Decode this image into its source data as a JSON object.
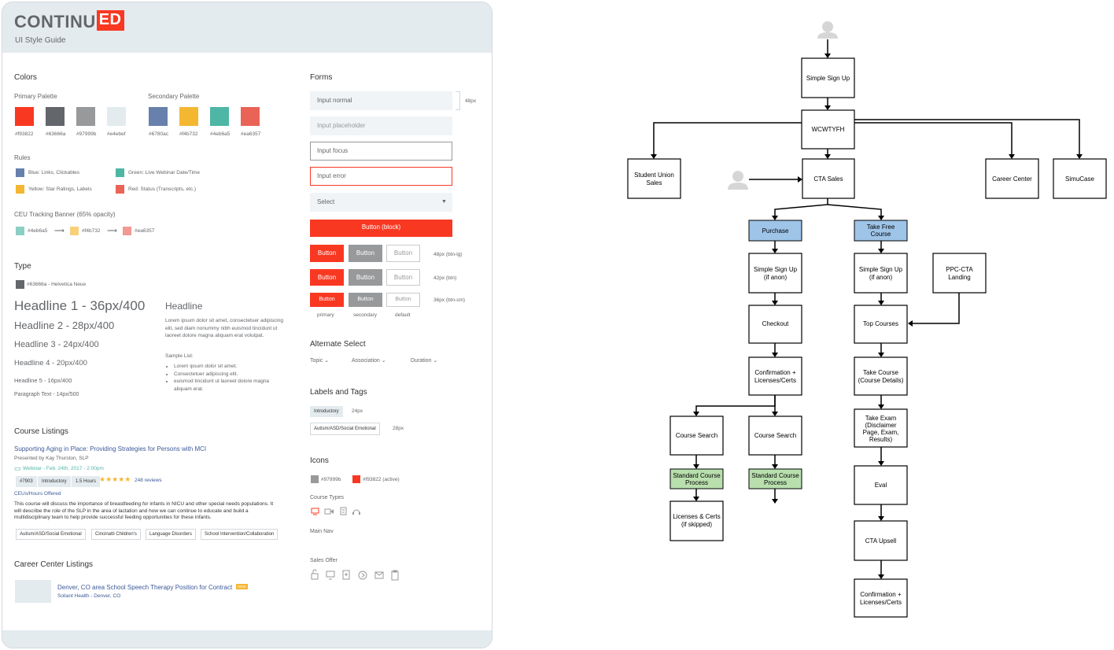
{
  "guide": {
    "logo_main": "CONTINU",
    "logo_ed": "ED",
    "subtitle": "UI Style Guide",
    "colors": {
      "title": "Colors",
      "primary_title": "Primary Palette",
      "secondary_title": "Secondary Palette",
      "primary": [
        {
          "hex": "#f93822",
          "label": "#f93822"
        },
        {
          "hex": "#63666a",
          "label": "#63666a"
        },
        {
          "hex": "#97999b",
          "label": "#97999b"
        },
        {
          "hex": "#e4ebef",
          "label": "#e4ebef"
        }
      ],
      "secondary": [
        {
          "hex": "#6780ac",
          "label": "#6780ac"
        },
        {
          "hex": "#f4b732",
          "label": "#f4b732"
        },
        {
          "hex": "#4eb6a5",
          "label": "#4eb6a5"
        },
        {
          "hex": "#ea6357",
          "label": "#ea6357"
        }
      ],
      "rules_title": "Rules",
      "rules": [
        "Blue: Links, Clickables",
        "Green: Live Webinar Date/Time",
        "Yellow: Star Ratings, Labels",
        "Red: Status (Transcripts, etc.)"
      ],
      "ceu_title": "CEU Tracking Banner (65% opacity)",
      "ceu": [
        "#4eb6a5",
        "#f4b732",
        "#ea6357"
      ]
    },
    "type": {
      "title": "Type",
      "font_note": "#63666a - Helvetica Neue",
      "h1": "Headline 1 - 36px/400",
      "h2": "Headline 2 - 28px/400",
      "h3": "Headline 3 - 24px/400",
      "h4": "Headline 4 - 20px/400",
      "h5": "Headline 5 - 16px/400",
      "para": "Paragraph Text - 14px/500",
      "sample_headline": "Headline",
      "sample_body": "Lorem ipsum dolor sit amet, consectetuer adipiscing elit, sed diam nonummy nibh euismod tincidunt ut laoreet dolore magna aliquam erat volutpat.",
      "sample_list_title": "Sample List:",
      "sample_list": [
        "Lorem ipsum dolor sit amet.",
        "Consectetuer adipiscing elit.",
        "euismod tincidunt ut laoreet dolore magna aliquam erat."
      ]
    },
    "course": {
      "title": "Course Listings",
      "course_title": "Supporting Aging in Place: Providing Strategies for Persons with MCI",
      "presenter": "Presented by Kay Thurston, SLP",
      "webinar": "Webinar  - Feb. 24th, 2017 - 2:00pm",
      "badges": [
        "#7903",
        "Introductory",
        "1.5 Hours"
      ],
      "stars": "★★★★★",
      "reviews": "248 reviews",
      "ceus": "CEUs/Hours Offered",
      "desc": "This course will discuss the importance of breastfeeding for infants in NICU and other special needs populations. It will describe the role of the SLP in the area of lactation and how we can continue to educate and build a multidisciplinary team to help provide successful feeding opportunities for these infants.",
      "tags": [
        "Autism/ASD/Social Emotional",
        "Cincinatti Children's",
        "Language Disorders",
        "School Intervention/Collaboration"
      ]
    },
    "career": {
      "title": "Career Center Listings",
      "job": "Denver, CO area School Speech Therapy Position for Contract",
      "badge": "NEW",
      "company": "Soliant Health - Denver, CO"
    },
    "forms": {
      "title": "Forms",
      "input_normal": "Input normal",
      "input_placeholder": "Input placeholder",
      "input_focus": "Input focus",
      "input_error": "Input error",
      "select": "Select",
      "height_note": "48px",
      "block_button": "Button (block)",
      "button": "Button",
      "size_notes": [
        "48px (btn-lg)",
        "42px (btn)",
        "36px (btn-sm)"
      ],
      "col_labels": [
        "primary",
        "secondary",
        "default"
      ]
    },
    "alt_select": {
      "title": "Alternate Select",
      "items": [
        "Topic",
        "Association",
        "Duration"
      ]
    },
    "labels": {
      "title": "Labels and Tags",
      "tag1": "Introductory",
      "note1": "24px",
      "tag2": "Autism/ASD/Social Emotional",
      "note2": "28px"
    },
    "icons": {
      "title": "Icons",
      "color1": "#97999b",
      "color2": "#f93822 (active)",
      "course_types": "Course Types",
      "main_nav": "Main Nav",
      "sales_offer": "Sales Offer"
    }
  },
  "flow": {
    "simple_signup": "Simple Sign Up",
    "wcwtyfh": "WCWTYFH",
    "student_union": [
      "Student Union",
      "Sales"
    ],
    "cta_sales": "CTA Sales",
    "career_center": "Career Center",
    "simucase": "SimuCase",
    "purchase": "Purchase",
    "take_free": [
      "Take Free",
      "Course"
    ],
    "signup_anon": [
      "Simple Sign Up",
      "(if anon)"
    ],
    "ppc": [
      "PPC-CTA",
      "Landing"
    ],
    "checkout": "Checkout",
    "top_courses": "Top Courses",
    "confirmation": [
      "Confirmation +",
      "Licenses/Certs"
    ],
    "take_course": [
      "Take Course",
      "(Course Details)"
    ],
    "course_search": "Course Search",
    "take_exam": [
      "Take Exam",
      "(Disclaimer",
      "Page, Exam,",
      "Results)"
    ],
    "standard": [
      "Standard Course",
      "Process"
    ],
    "licenses_skipped": [
      "Licenses & Certs",
      "(if skipped)"
    ],
    "eval": "Eval",
    "cta_upsell": "CTA Upsell"
  }
}
